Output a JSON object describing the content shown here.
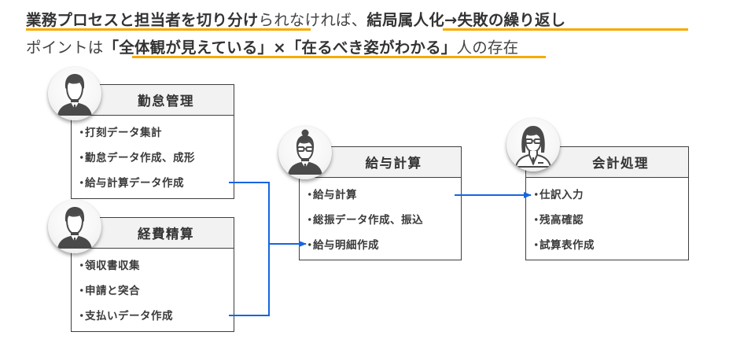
{
  "headline": {
    "line1": [
      {
        "text": "業務プロセスと担当者を切り分け",
        "weight": "bold"
      },
      {
        "text": "られなければ、",
        "weight": "normal"
      },
      {
        "text": "結局属人化→失敗の繰り返し",
        "weight": "bold"
      }
    ],
    "line2": [
      {
        "text": "ポイントは",
        "weight": "normal"
      },
      {
        "text": "「全体観が見えている」",
        "weight": "bold"
      },
      {
        "text": "×",
        "weight": "bold"
      },
      {
        "text": "「在るべき姿がわかる」",
        "weight": "bold"
      },
      {
        "text": "人の存在",
        "weight": "normal"
      }
    ],
    "highlight_color": "#f7a900"
  },
  "processes": [
    {
      "id": "attendance",
      "title": "勤怠管理",
      "avatar": "male-businessman-icon",
      "items": [
        "打刻データ集計",
        "勤怠データ作成、成形",
        "給与計算データ作成"
      ]
    },
    {
      "id": "expense",
      "title": "経費精算",
      "avatar": "male-businessman-icon",
      "items": [
        "領収書収集",
        "申請と突合",
        "支払いデータ作成"
      ]
    },
    {
      "id": "payroll",
      "title": "給与計算",
      "avatar": "female-bun-glasses-icon",
      "items": [
        "給与計算",
        "総振データ作成、振込",
        "給与明細作成"
      ]
    },
    {
      "id": "accounting",
      "title": "会計処理",
      "avatar": "female-long-hair-glasses-icon",
      "items": [
        "仕訳入力",
        "残高確認",
        "試算表作成"
      ]
    }
  ],
  "connectors": [
    {
      "from": "勤怠管理: 給与計算データ作成",
      "to": "給与計算: 給与明細作成"
    },
    {
      "from": "経費精算: 支払いデータ作成",
      "to": "給与計算: 給与明細作成"
    },
    {
      "from": "給与計算: 給与計算",
      "to": "会計処理: 仕訳入力"
    }
  ],
  "connector_color": "#1565e0"
}
